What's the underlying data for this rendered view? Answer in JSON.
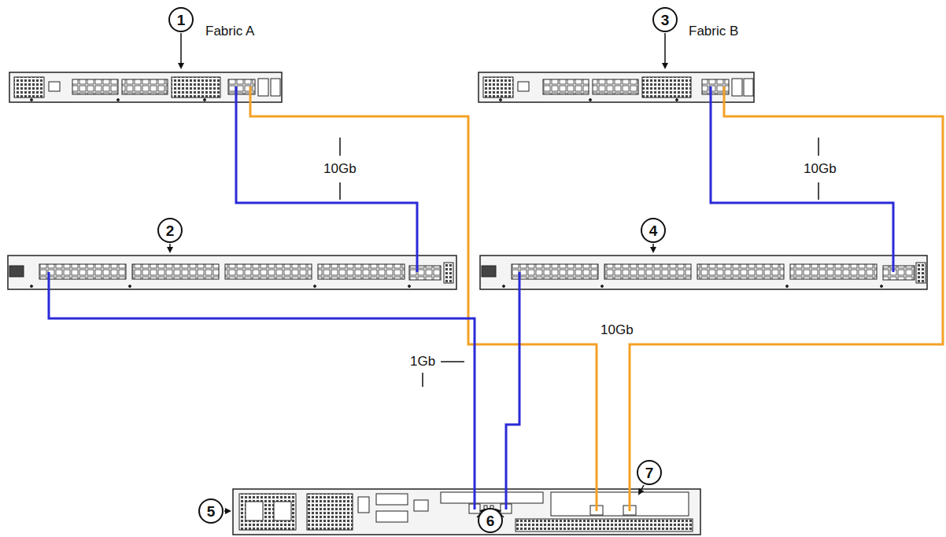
{
  "diagram": {
    "labels": [
      "1",
      "Fabric A",
      "3",
      "Fabric B",
      "10Gb",
      "10Gb",
      "2",
      "4",
      "10Gb",
      "1Gb",
      "7",
      "5",
      "6"
    ]
  }
}
